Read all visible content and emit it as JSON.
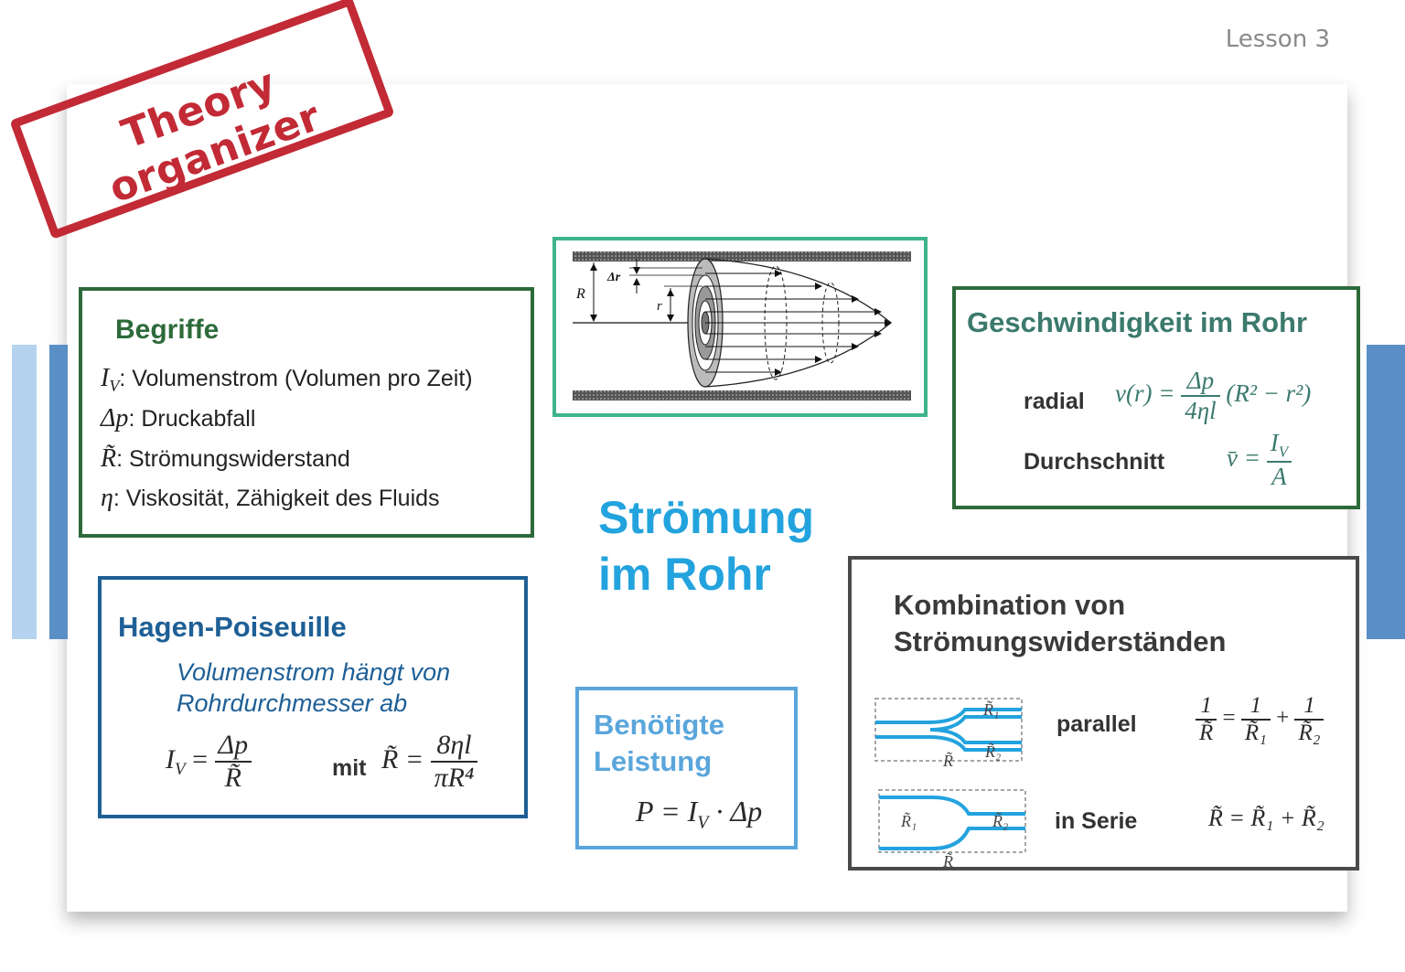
{
  "lesson": "Lesson 3",
  "stamp": "Theory organizer",
  "title": {
    "line1": "Strömung",
    "line2": "im Rohr"
  },
  "begriffe": {
    "heading": "Begriffe",
    "items": [
      {
        "symbol": "I",
        "sub": "V",
        "text": ": Volumenstrom (Volumen pro Zeit)"
      },
      {
        "symbol": "Δp",
        "sub": "",
        "text": ": Druckabfall"
      },
      {
        "symbol": "R̃",
        "sub": "",
        "text": ": Strömungswiderstand"
      },
      {
        "symbol": "η",
        "sub": "",
        "text": ": Viskosität, Zähigkeit des Fluids"
      }
    ]
  },
  "diagram": {
    "label_R": "R",
    "label_dr": "Δr",
    "label_r": "r"
  },
  "geschwindigkeit": {
    "heading": "Geschwindigkeit im Rohr",
    "radial_label": "radial",
    "average_label": "Durchschnitt",
    "radial_lhs": "v(r) =",
    "radial_num": "Δp",
    "radial_den": "4ηl",
    "radial_rhs": "(R² − r²)",
    "avg_lhs": "v̄ =",
    "avg_num": "I",
    "avg_num_sub": "V",
    "avg_den": "A"
  },
  "hagen": {
    "heading": "Hagen-Poiseuille",
    "subtitle_line1": "Volumenstrom hängt von",
    "subtitle_line2": "Rohrdurchmesser ab",
    "lhs": "I",
    "lhs_sub": "V",
    "eq": "=",
    "num": "Δp",
    "den": "R̃",
    "mit": "mit",
    "r_lhs": "R̃ =",
    "r_num": "8ηl",
    "r_den": "πR⁴"
  },
  "leistung": {
    "heading_line1": "Benötigte",
    "heading_line2": "Leistung",
    "formula_p": "P = I",
    "formula_sub": "V",
    "formula_rest": " · Δp"
  },
  "kombination": {
    "heading_line1": "Kombination von",
    "heading_line2": "Strömungswiderständen",
    "parallel_label": "parallel",
    "serie_label": "in Serie",
    "parallel_formula": {
      "a_num": "1",
      "a_den": "R̃",
      "b_num": "1",
      "b_den": "R̃₁",
      "c_num": "1",
      "c_den": "R̃₂"
    },
    "serie_formula": "R̃ = R̃₁ + R̃₂",
    "diagram_labels": {
      "R": "R̃",
      "R1": "R̃₁",
      "R2": "R̃₂"
    }
  },
  "colors": {
    "stamp": "#c22a35",
    "title": "#23a3de",
    "green": "#2d6a3a",
    "teal": "#3fb38e",
    "blue": "#1e5f96",
    "light_blue": "#5aa6dc",
    "gray": "#4a4a4a",
    "side_bar_dark": "#5a8fc6",
    "side_bar_light": "#b5d3ee"
  }
}
